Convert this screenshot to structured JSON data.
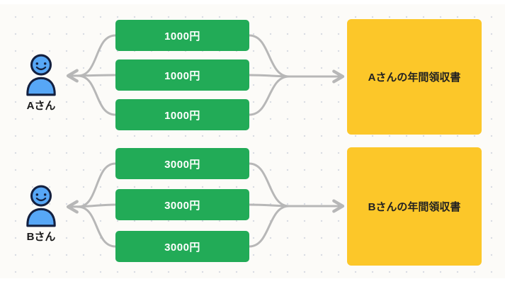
{
  "canvas": {
    "background": "#fcfbf8",
    "dot_color": "#d9dce3"
  },
  "colors": {
    "payment_green": "#22ab57",
    "receipt_yellow": "#fcc729",
    "arrow_gray": "#b7b7b7",
    "person_blue": "#57a7f6",
    "person_outline": "#14203f",
    "label_text": "#1a1a1a",
    "payment_text": "#ffffff",
    "receipt_text": "#222222"
  },
  "groups": [
    {
      "person_label": "Aさん",
      "payments": [
        "1000円",
        "1000円",
        "1000円"
      ],
      "receipt_label": "Aさんの年間領収書"
    },
    {
      "person_label": "Bさん",
      "payments": [
        "3000円",
        "3000円",
        "3000円"
      ],
      "receipt_label": "Bさんの年間領収書"
    }
  ]
}
